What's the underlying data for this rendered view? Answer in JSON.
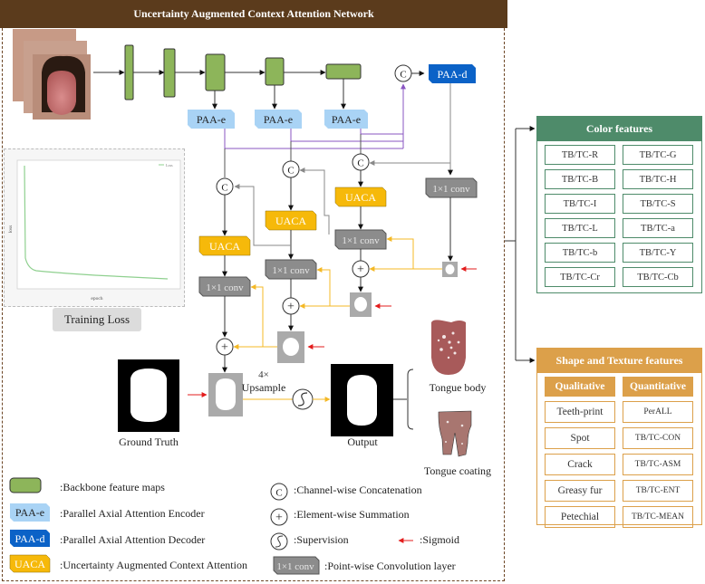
{
  "title": "Uncertainty Augmented Context Attention Network",
  "nodes": {
    "paa_e": "PAA-e",
    "paa_d": "PAA-d",
    "uaca": "UACA",
    "conv": "1×1 conv",
    "concat": "C",
    "sum": "+",
    "upsample_factor": "4×",
    "upsample": "Upsample"
  },
  "labels": {
    "ground_truth": "Ground Truth",
    "output": "Output",
    "tongue_body": "Tongue body",
    "tongue_coating": "Tongue coating",
    "training_loss": "Training Loss"
  },
  "loss_chart": {
    "xlabel": "epoch",
    "ylabel": "loss",
    "legend": "Loss"
  },
  "legend": {
    "backbone": ":Backbone feature maps",
    "paa_e": ":Parallel Axial Attention Encoder",
    "paa_d": ":Parallel Axial Attention Decoder",
    "uaca": ":Uncertainty Augmented Context Attention",
    "concat": ":Channel-wise Concatenation",
    "sum": ":Element-wise Summation",
    "supervision": ":Supervision",
    "sigmoid": ":Sigmoid",
    "conv": ":Point-wise Convolution layer"
  },
  "color_features": {
    "title": "Color features",
    "items": [
      "TB/TC-R",
      "TB/TC-G",
      "TB/TC-B",
      "TB/TC-H",
      "TB/TC-I",
      "TB/TC-S",
      "TB/TC-L",
      "TB/TC-a",
      "TB/TC-b",
      "TB/TC-Y",
      "TB/TC-Cr",
      "TB/TC-Cb"
    ]
  },
  "shape_features": {
    "title": "Shape and Texture features",
    "qualitative_header": "Qualitative",
    "quantitative_header": "Quantitative",
    "qualitative": [
      "Teeth-print",
      "Spot",
      "Crack",
      "Greasy fur",
      "Petechial"
    ],
    "quantitative": [
      "PerALL",
      "TB/TC-CON",
      "TB/TC-ASM",
      "TB/TC-ENT",
      "TB/TC-MEAN"
    ]
  },
  "colors": {
    "title_bar": "#5b3b1c",
    "backbone": "#8db55a",
    "paa_e": "#a9d3f5",
    "paa_d": "#0b62c7",
    "uaca": "#f6b90a",
    "conv": "#8c8c8c",
    "color_panel": "#4e8b6a",
    "shape_panel": "#dca04a",
    "purple_line": "#8a56c2",
    "yellow_line": "#f4b825",
    "sigmoid_arrow": "#e31c1c"
  }
}
